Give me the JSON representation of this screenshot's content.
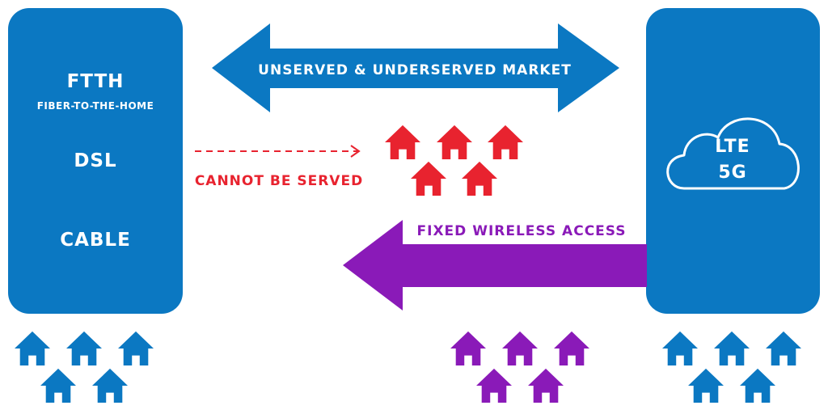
{
  "left_panel": {
    "ftth": "FTTH",
    "ftth_sub": "FIBER-TO-THE-HOME",
    "dsl": "DSL",
    "cable": "CABLE"
  },
  "right_panel": {
    "lte": "LTE",
    "g5": "5G"
  },
  "arrows": {
    "top_label": "UNSERVED & UNDERSERVED MARKET",
    "dashed_label": "CANNOT BE SERVED",
    "bottom_label": "FIXED WIRELESS ACCESS"
  },
  "colors": {
    "blue": "#0b78c2",
    "red": "#e8232f",
    "purple": "#8a1ab8"
  },
  "icons": {
    "house": "house-icon",
    "cloud": "cloud-icon"
  }
}
